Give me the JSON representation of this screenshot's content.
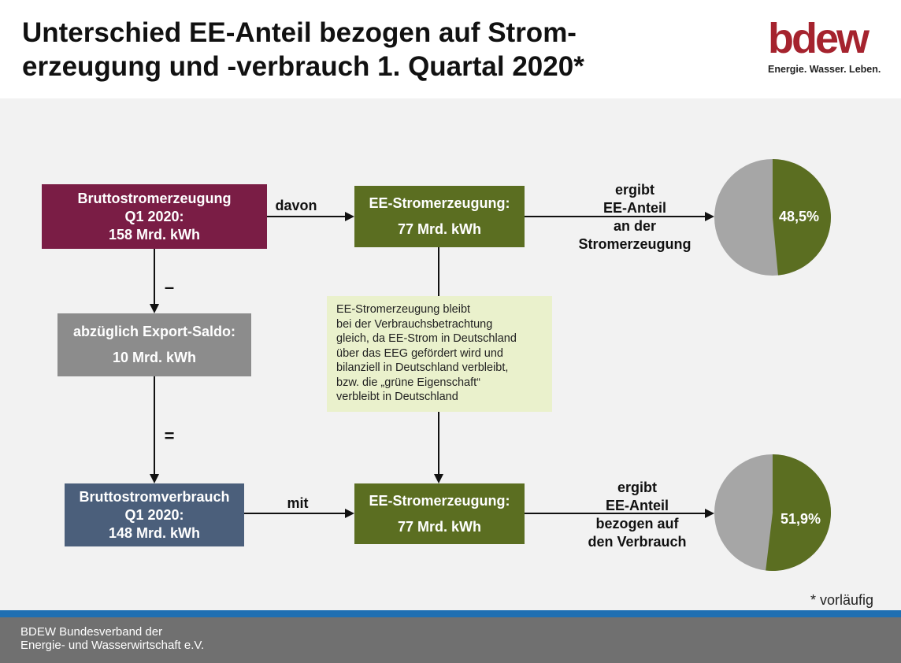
{
  "header": {
    "title": "Unterschied EE-Anteil bezogen auf Strom-erzeugung und -verbrauch 1. Quartal 2020*",
    "logo_text": "bdew",
    "logo_tagline": "Energie. Wasser. Leben."
  },
  "diagram": {
    "gross_generation": {
      "line1": "Bruttostromerzeugung",
      "line2": "Q1 2020:",
      "line3": "158 Mrd. kWh"
    },
    "export_saldo": {
      "line1": "abzüglich Export-Saldo:",
      "line2": "10 Mrd. kWh"
    },
    "gross_consumption": {
      "line1": "Bruttostromverbrauch",
      "line2": "Q1 2020:",
      "line3": "148 Mrd. kWh"
    },
    "ee_generation_top": {
      "line1": "EE-Stromerzeugung:",
      "line2": "77 Mrd. kWh"
    },
    "ee_generation_bottom": {
      "line1": "EE-Stromerzeugung:",
      "line2": "77 Mrd. kWh"
    },
    "label_davon": "davon",
    "label_mit": "mit",
    "label_minus": "–",
    "label_equals": "=",
    "result_top": {
      "line1": "ergibt",
      "line2": "EE-Anteil",
      "line3": "an der",
      "line4": "Stromerzeugung"
    },
    "result_bottom": {
      "line1": "ergibt",
      "line2": "EE-Anteil",
      "line3": "bezogen auf",
      "line4": "den Verbrauch"
    },
    "note_lines": [
      "EE-Stromerzeugung bleibt",
      "bei der Verbrauchsbetrachtung",
      "gleich, da EE-Strom in Deutschland",
      "über das EEG gefördert wird und",
      "bilanziell in Deutschland verbleibt,",
      "bzw. die „grüne Eigenschaft“",
      "verbleibt in Deutschland"
    ],
    "pie_top": {
      "label": "48,5%",
      "share": 0.485
    },
    "pie_bottom": {
      "label": "51,9%",
      "share": 0.519
    },
    "colors": {
      "maroon": "#7a1d45",
      "green": "#5b6e21",
      "gray": "#8c8c8c",
      "blue": "#4b5f7b",
      "pie_rest": "#a6a6a6",
      "note_bg": "#eaf1cc"
    }
  },
  "footnote": "* vorläufig",
  "footer": {
    "line1": "BDEW Bundesverband der",
    "line2": "Energie- und Wasserwirtschaft e.V."
  }
}
